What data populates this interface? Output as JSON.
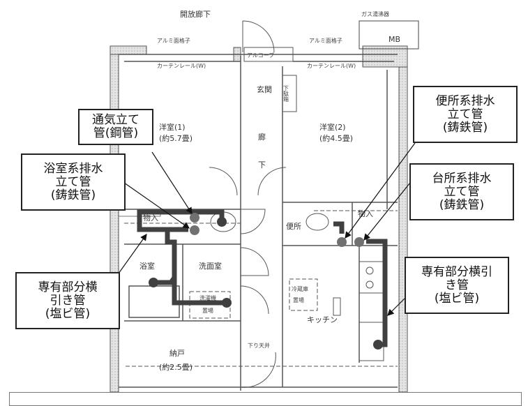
{
  "plan": {
    "corridor": "開放廊下",
    "gas_heater": "ガス湯沸器",
    "mb": "MB",
    "grille_left": "アルミ面格子",
    "grille_right": "アルミ面格子",
    "alcove": "アルコーブ",
    "curtain_left": "カーテンレール(W)",
    "curtain_right": "カーテンレール(W)",
    "entrance": "玄関",
    "shoe_box": "下駄箱",
    "room1": "洋室(1)",
    "room1_size": "(約5.7畳)",
    "room2": "洋室(2)",
    "room2_size": "(約4.5畳)",
    "hall_1": "廊",
    "hall_2": "下",
    "closet_left": "物入",
    "closet_right": "物入",
    "toilet": "便所",
    "bath": "浴室",
    "washroom": "洗面室",
    "washer_1": "洗濯機",
    "washer_2": "置場",
    "storage": "納戸",
    "storage_size": "(約2.5畳)",
    "lowered_ceiling": "下り天井",
    "fridge_1": "冷蔵庫",
    "fridge_2": "置場",
    "kitchen": "キッチン"
  },
  "callouts": {
    "vent_pipe": [
      "通気立て",
      "管(鋼管)"
    ],
    "bath_drain": [
      "浴室系排水",
      "立て管",
      "(鋳鉄管)"
    ],
    "private_left": [
      "専有部分横",
      "引き管",
      "(塩ビ管)"
    ],
    "toilet_drain": [
      "便所系排水",
      "立て管",
      "(鋳鉄管)"
    ],
    "kitchen_drain": [
      "台所系排水",
      "立て管",
      "(鋳鉄管)"
    ],
    "private_right": [
      "専有部分横引",
      "き管",
      "(塩ビ管)"
    ]
  },
  "colors": {
    "pipe": "#404040",
    "riser": "#707070",
    "wall": "#888888"
  }
}
